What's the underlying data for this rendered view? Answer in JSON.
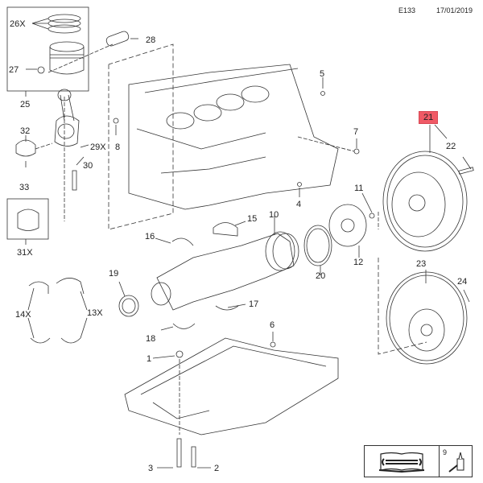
{
  "header": {
    "code": "E133",
    "date": "17/01/2019"
  },
  "highlight_color": "#f05a66",
  "labels": {
    "l1": "1",
    "l2": "2",
    "l3": "3",
    "l4": "4",
    "l5": "5",
    "l6": "6",
    "l7": "7",
    "l8": "8",
    "l10": "10",
    "l11": "11",
    "l12": "12",
    "l13": "13X",
    "l14": "14X",
    "l15": "15",
    "l16": "16",
    "l17": "17",
    "l18": "18",
    "l19": "19",
    "l20": "20",
    "l21": "21",
    "l22": "22",
    "l23": "23",
    "l24": "24",
    "l25": "25",
    "l26": "26X",
    "l27": "27",
    "l28": "28",
    "l29": "29X",
    "l30": "30",
    "l31": "31X",
    "l32": "32",
    "l33": "33"
  },
  "legend": {
    "item_number": "9",
    "manual_icon": "repair-manual-wrench-icon",
    "tool_icon": "sealant-bottle-icon"
  }
}
